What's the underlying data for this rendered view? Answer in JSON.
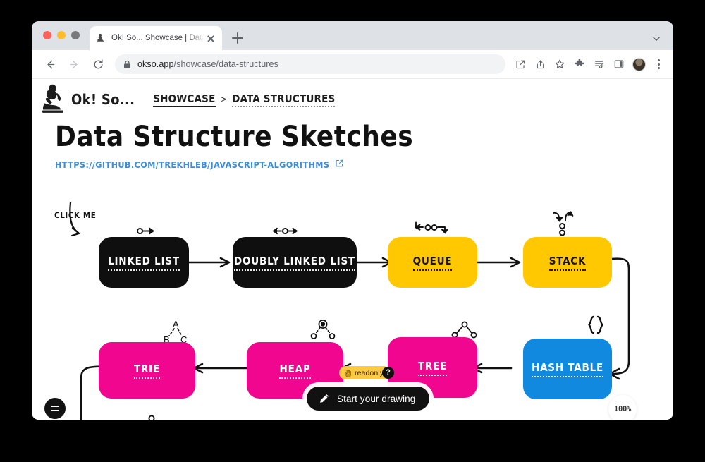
{
  "browser": {
    "tab": {
      "title": "Ok! So... Showcase | Data Struc",
      "favicon_name": "thinker-statue-favicon",
      "close_label": "Close tab"
    },
    "new_tab_label": "New tab",
    "nav": {
      "back_label": "Back",
      "forward_label": "Forward",
      "reload_label": "Reload"
    },
    "omnibox": {
      "lock_icon": "lock-icon",
      "host": "okso.app",
      "path": "/showcase/data-structures",
      "full_url": "okso.app/showcase/data-structures"
    },
    "toolbar_icons": [
      "open-in-new-icon",
      "share-icon",
      "bookmark-star-icon",
      "extensions-puzzle-icon",
      "reading-list-icon",
      "side-panel-icon",
      "profile-avatar",
      "kebab-menu-icon"
    ]
  },
  "site": {
    "brand": "Ok! So...",
    "logo_name": "thinker-statue-logo",
    "breadcrumb": {
      "parent": "Showcase",
      "separator": ">",
      "current": "Data Structures"
    }
  },
  "page": {
    "title": "Data Structure Sketches",
    "source_url": "https://github.com/trekhleb/javascript-algorithms",
    "external_link_icon": "external-link-icon"
  },
  "diagram": {
    "hint": "Click me",
    "nodes": [
      {
        "id": "linked-list",
        "label": "Linked List",
        "color": "dark",
        "doodle": "single-arrow-node"
      },
      {
        "id": "doubly-linked-list",
        "label": "Doubly Linked List",
        "color": "dark",
        "doodle": "double-arrow-node"
      },
      {
        "id": "queue",
        "label": "Queue",
        "color": "amber",
        "doodle": "fifo-queue"
      },
      {
        "id": "stack",
        "label": "Stack",
        "color": "amber",
        "doodle": "lifo-stack"
      },
      {
        "id": "hash-table",
        "label": "Hash Table",
        "color": "blue",
        "doodle": "curly-braces"
      },
      {
        "id": "tree",
        "label": "Tree",
        "color": "pink",
        "doodle": "tree-nodes"
      },
      {
        "id": "heap",
        "label": "Heap",
        "color": "pink",
        "doodle": "heap-root-nodes"
      },
      {
        "id": "trie",
        "label": "Trie",
        "color": "pink",
        "doodle": "trie-abc"
      }
    ],
    "trie_doodle_letters": [
      "A",
      "B",
      "C"
    ],
    "hash_table_doodle_text": "{}"
  },
  "controls": {
    "menu_label": "Menu",
    "zoom_level": "100%",
    "readonly_badge": {
      "label": "readonly",
      "icon": "hand-pointer-icon"
    },
    "help_label": "?",
    "cta": {
      "label": "Start your drawing",
      "icon": "pencil-icon"
    }
  },
  "colors": {
    "dark": "#0f0f0f",
    "amber": "#ffc800",
    "pink": "#f0068f",
    "blue": "#1089de",
    "link": "#3d8ed8",
    "badge": "#fbc944"
  }
}
